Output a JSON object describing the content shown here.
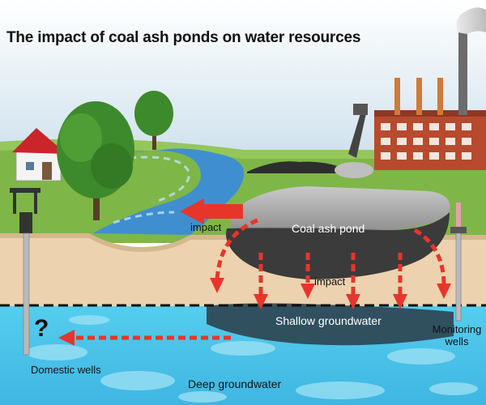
{
  "title": "The impact of coal ash ponds on water resources",
  "labels": {
    "impact_river": "impact",
    "coal_ash_pond": "Coal ash pond",
    "impact_down": "impact",
    "shallow_groundwater": "Shallow groundwater",
    "monitoring_wells": "Monitoring\nwells",
    "question_mark": "?",
    "domestic_wells": "Domestic wells",
    "deep_groundwater": "Deep groundwater"
  },
  "colors": {
    "sky": "#b9d4e6",
    "grass": "#7fb648",
    "soil": "#ecd2ae",
    "water": "#4fc5e6",
    "river": "#3f8fd0",
    "pond": "#3b3b3b",
    "arrow": "#e8352b",
    "factory": "#b84a2e"
  },
  "icons": [
    "house-icon",
    "tree-icon",
    "factory-icon",
    "coal-pile-icon",
    "well-icon",
    "monitoring-well-icon"
  ]
}
